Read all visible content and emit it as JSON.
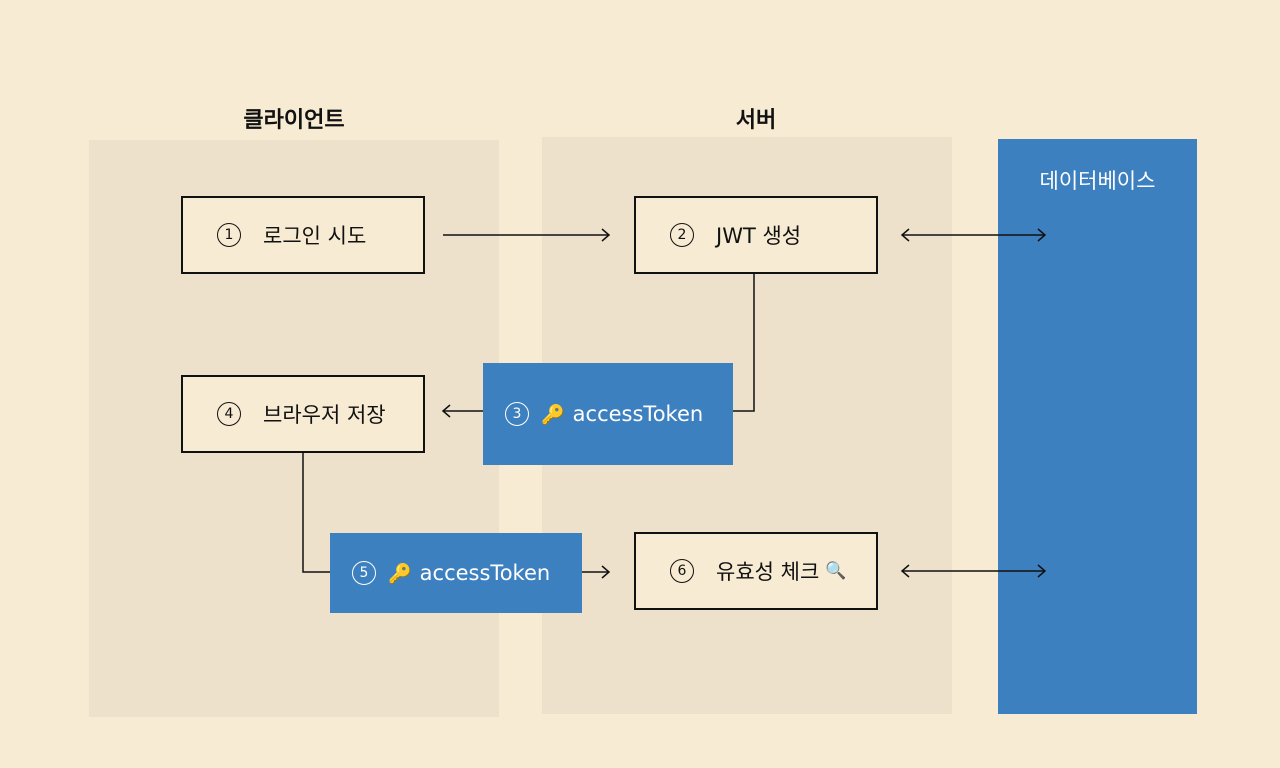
{
  "columns": {
    "client": "클라이언트",
    "server": "서버",
    "database": "데이터베이스"
  },
  "steps": {
    "login": {
      "num": "1",
      "label": "로그인 시도"
    },
    "jwt": {
      "num": "2",
      "label": "JWT 생성"
    },
    "token_response": {
      "num": "3",
      "label": "accessToken",
      "icon": "key-icon"
    },
    "store": {
      "num": "4",
      "label": "브라우저 저장"
    },
    "token_request": {
      "num": "5",
      "label": "accessToken",
      "icon": "key-icon"
    },
    "validate": {
      "num": "6",
      "label": "유효성 체크",
      "icon": "magnifier-icon"
    }
  },
  "colors": {
    "background": "#f7ebd3",
    "column": "#ede1cb",
    "accent": "#3d80c0",
    "stroke": "#111111"
  }
}
